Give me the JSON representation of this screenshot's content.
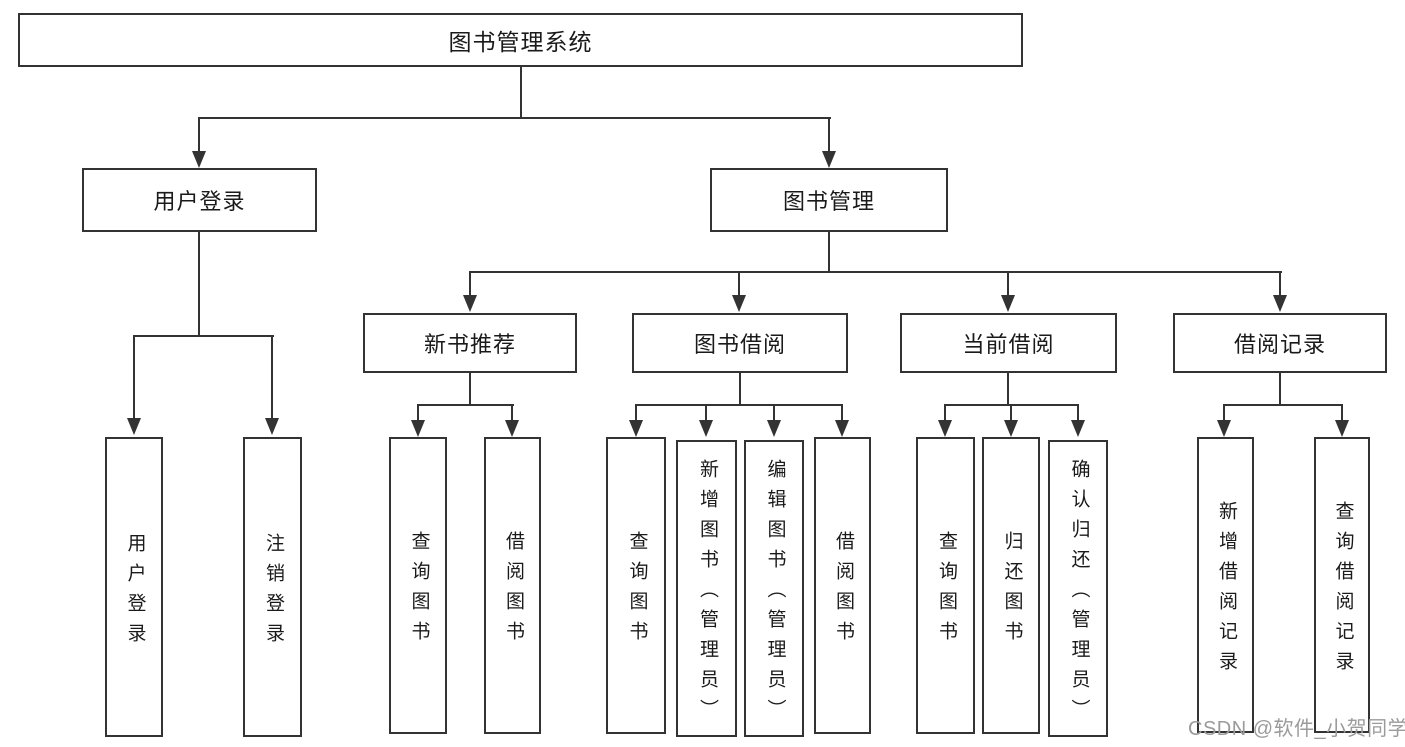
{
  "diagram": {
    "type": "hierarchy-tree",
    "title": "图书管理系统",
    "hierarchy": {
      "图书管理系统": {
        "用户登录": [
          "用户登录",
          "注销登录"
        ],
        "图书管理": {
          "新书推荐": [
            "查询图书",
            "借阅图书"
          ],
          "图书借阅": [
            "查询图书",
            "新增图书（管理员）",
            "编辑图书（管理员）",
            "借阅图书"
          ],
          "当前借阅": [
            "查询图书",
            "归还图书",
            "确认归还（管理员）"
          ],
          "借阅记录": [
            "新增借阅记录",
            "查询借阅记录"
          ]
        }
      }
    }
  },
  "nodes": {
    "root": "图书管理系统",
    "user_login": "用户登录",
    "book_mgmt": "图书管理",
    "new_book_rec": "新书推荐",
    "book_borrowing": "图书借阅",
    "current_borrowing": "当前借阅",
    "borrowing_records": "借阅记录",
    "leaf_user_login": "用户登录",
    "leaf_logout": "注销登录",
    "rec_query_books": "查询图书",
    "rec_borrow_books": "借阅图书",
    "bor_query_books": "查询图书",
    "bor_add_books": "新增图书（管理员）",
    "bor_edit_books": "编辑图书（管理员）",
    "bor_borrow_books": "借阅图书",
    "cur_query_books": "查询图书",
    "cur_return_books": "归还图书",
    "cur_confirm_return": "确认归还（管理员）",
    "rr_add_record": "新增借阅记录",
    "rr_query_record": "查询借阅记录"
  },
  "watermark": {
    "text": "CSDN @软件_小贺同学",
    "color": "#9b9b9b"
  },
  "colors": {
    "line": "#333333",
    "border": "#333333",
    "text": "#1a1a1a",
    "background": "#ffffff"
  }
}
